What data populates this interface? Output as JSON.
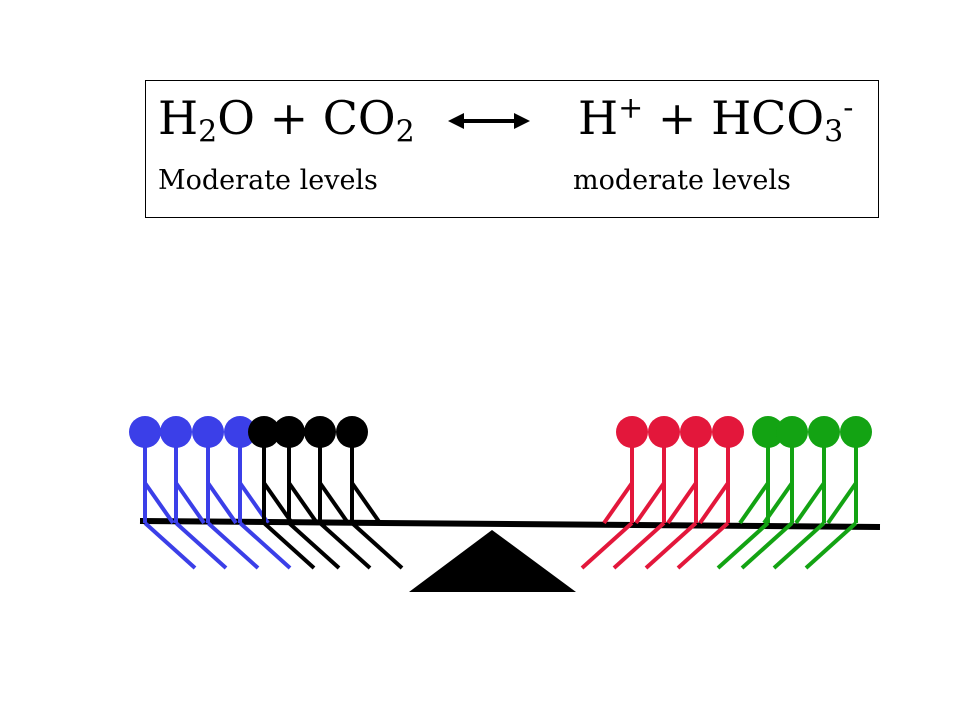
{
  "equation": {
    "reactants": [
      {
        "element": "H",
        "sub": "2",
        "rest": "O"
      },
      {
        "element": "CO",
        "sub": "2"
      }
    ],
    "products": [
      {
        "element": "H",
        "sup": "+"
      },
      {
        "element": "HCO",
        "sub": "3",
        "sup": "-"
      }
    ],
    "plus": "+",
    "arrow": "double-headed-arrow-icon"
  },
  "levels": {
    "left": "Moderate levels",
    "right": "moderate levels"
  },
  "figures": {
    "groups": [
      {
        "side": "left",
        "color": "#3b3fe8",
        "count": 4
      },
      {
        "side": "left",
        "color": "#000000",
        "count": 4
      },
      {
        "side": "right",
        "color": "#e3173b",
        "count": 4
      },
      {
        "side": "right",
        "color": "#13a313",
        "count": 4
      }
    ]
  },
  "colors": {
    "blue": "#3b3fe8",
    "black": "#000000",
    "red": "#e3173b",
    "green": "#13a313"
  }
}
